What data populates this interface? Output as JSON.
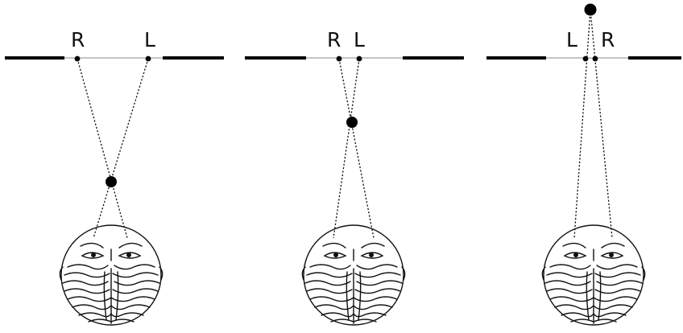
{
  "panels": [
    {
      "left_label": "R",
      "right_label": "L"
    },
    {
      "left_label": "R",
      "right_label": "L"
    },
    {
      "left_label": "L",
      "right_label": "R"
    }
  ],
  "colors": {
    "ink": "#111111",
    "background": "#ffffff"
  },
  "icons": [
    "head-top-view-icon"
  ]
}
